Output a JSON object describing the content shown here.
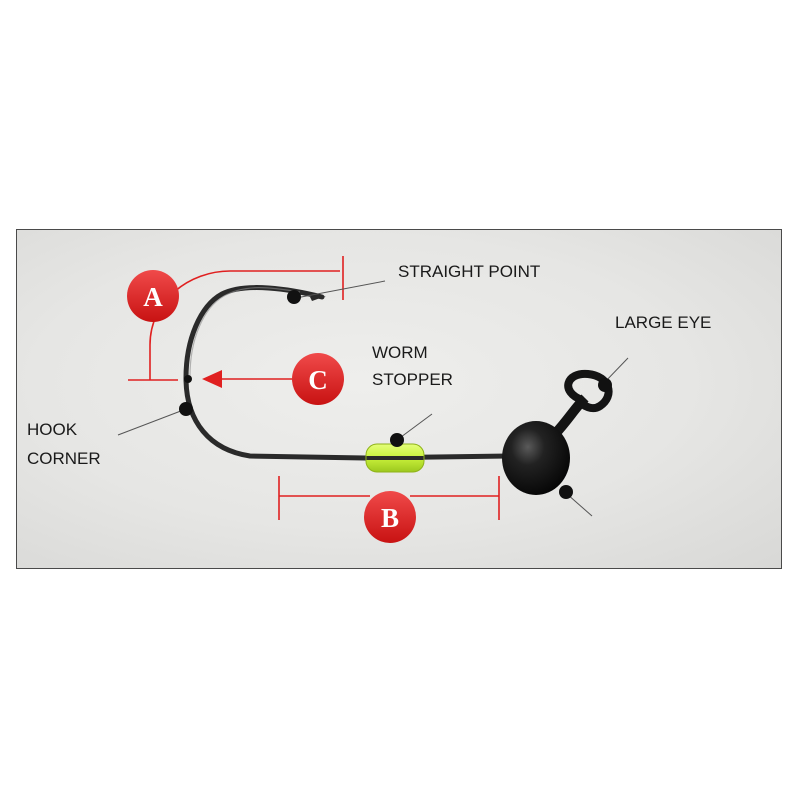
{
  "labels": {
    "straight_point": "STRAIGHT POINT",
    "large_eye": "LARGE EYE",
    "worm_stopper_line1": "WORM",
    "worm_stopper_line2": "STOPPER",
    "hook_corner_line1": "HOOK",
    "hook_corner_line2": "CORNER"
  },
  "markers": {
    "a": "A",
    "b": "B",
    "c": "C"
  },
  "colors": {
    "marker_red": "#e01f1f",
    "dimension_red": "#e02020",
    "hook_metal": "#2a2a2a",
    "jig_head": "#141414",
    "stopper_green": "#c8f03a",
    "panel_background": "#e6e6e4"
  }
}
